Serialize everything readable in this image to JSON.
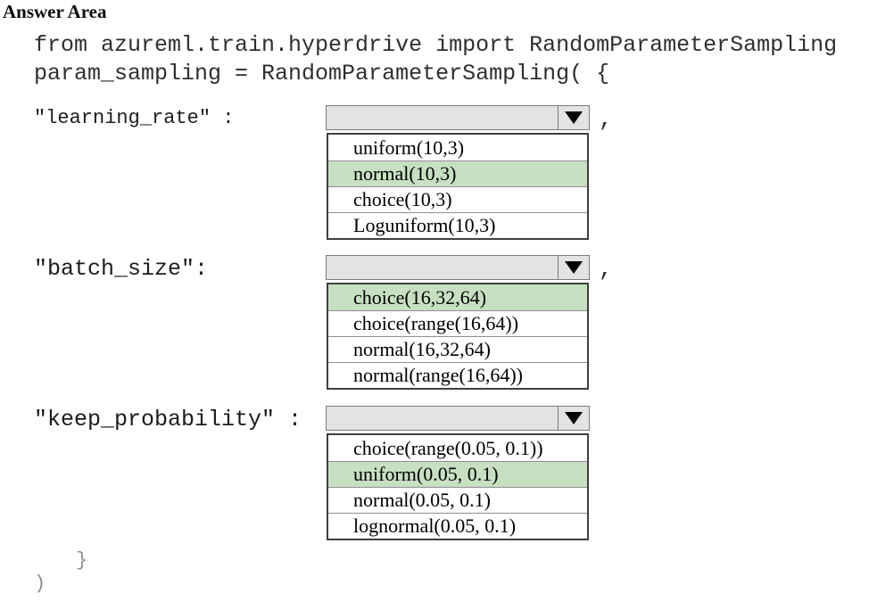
{
  "page": {
    "title": "Answer Area",
    "code_line_1": "from azureml.train.hyperdrive import RandomParameterSampling",
    "code_line_2": "param_sampling = RandomParameterSampling( {",
    "closing_brace": "}",
    "closing_paren": ")"
  },
  "colors": {
    "highlight_green": "#c7e0c2",
    "select_gray": "#e3e3e3",
    "list_border": "#3f3f3f",
    "select_border": "#7b7b7b"
  },
  "dropdowns": [
    {
      "label": "\"learning_rate\" :",
      "selected_value": "",
      "trailing": ",",
      "options": [
        {
          "text": "uniform(10,3)",
          "highlighted": false
        },
        {
          "text": "normal(10,3)",
          "highlighted": true
        },
        {
          "text": "choice(10,3)",
          "highlighted": false
        },
        {
          "text": "Loguniform(10,3)",
          "highlighted": false
        }
      ]
    },
    {
      "label": "\"batch_size\":",
      "selected_value": "",
      "trailing": ",",
      "options": [
        {
          "text": "choice(16,32,64)",
          "highlighted": true
        },
        {
          "text": "choice(range(16,64))",
          "highlighted": false
        },
        {
          "text": "normal(16,32,64)",
          "highlighted": false
        },
        {
          "text": "normal(range(16,64))",
          "highlighted": false
        }
      ]
    },
    {
      "label": "\"keep_probability\" :",
      "selected_value": "",
      "trailing": "",
      "options": [
        {
          "text": "choice(range(0.05, 0.1))",
          "highlighted": false
        },
        {
          "text": "uniform(0.05, 0.1)",
          "highlighted": true
        },
        {
          "text": "normal(0.05, 0.1)",
          "highlighted": false
        },
        {
          "text": "lognormal(0.05, 0.1)",
          "highlighted": false
        }
      ]
    }
  ]
}
